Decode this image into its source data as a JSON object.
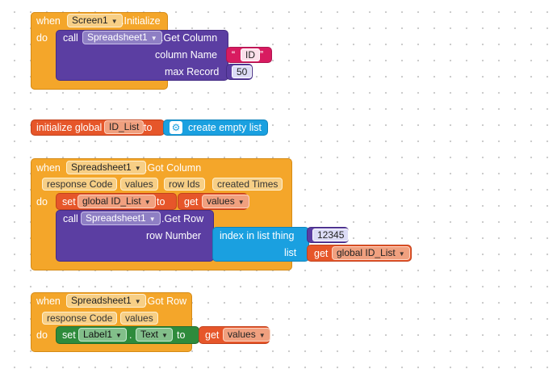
{
  "block1": {
    "when": "when",
    "component": "Screen1",
    "event": ".Initialize",
    "do": "do",
    "call": "call",
    "method_component": "Spreadsheet1",
    "method": ".Get Column",
    "arg1_label": "column Name",
    "arg1_value": "ID",
    "quote_open": "“",
    "quote_close": "”",
    "arg2_label": "max Record",
    "arg2_value": "50"
  },
  "block2": {
    "label": "initialize global",
    "var_name": "ID_List",
    "to": "to",
    "value_label": "create empty list",
    "icon": "gear-icon"
  },
  "block3": {
    "when": "when",
    "component": "Spreadsheet1",
    "event": ".Got Column",
    "params": [
      "response Code",
      "values",
      "row Ids",
      "created Times"
    ],
    "do": "do",
    "set": "set",
    "set_var": "global ID_List",
    "to": "to",
    "get": "get",
    "get_var": "values",
    "call": "call",
    "method_component": "Spreadsheet1",
    "method": ".Get Row",
    "arg_label": "row Number",
    "index_label": "index in list  thing",
    "thing_value": "12345",
    "list_label": "list",
    "list_get": "get",
    "list_var": "global ID_List"
  },
  "block4": {
    "when": "when",
    "component": "Spreadsheet1",
    "event": ".Got Row",
    "params": [
      "response Code",
      "values"
    ],
    "do": "do",
    "set": "set",
    "set_component": "Label1",
    "dot": ".",
    "set_property": "Text",
    "to": "to",
    "get": "get",
    "get_var": "values"
  },
  "colors": {
    "event": "#f4a62a",
    "procedure": "#5b3ea2",
    "list": "#1aa0e0",
    "variable": "#e6562a",
    "text": "#d81b60",
    "component": "#2e8b3c"
  }
}
